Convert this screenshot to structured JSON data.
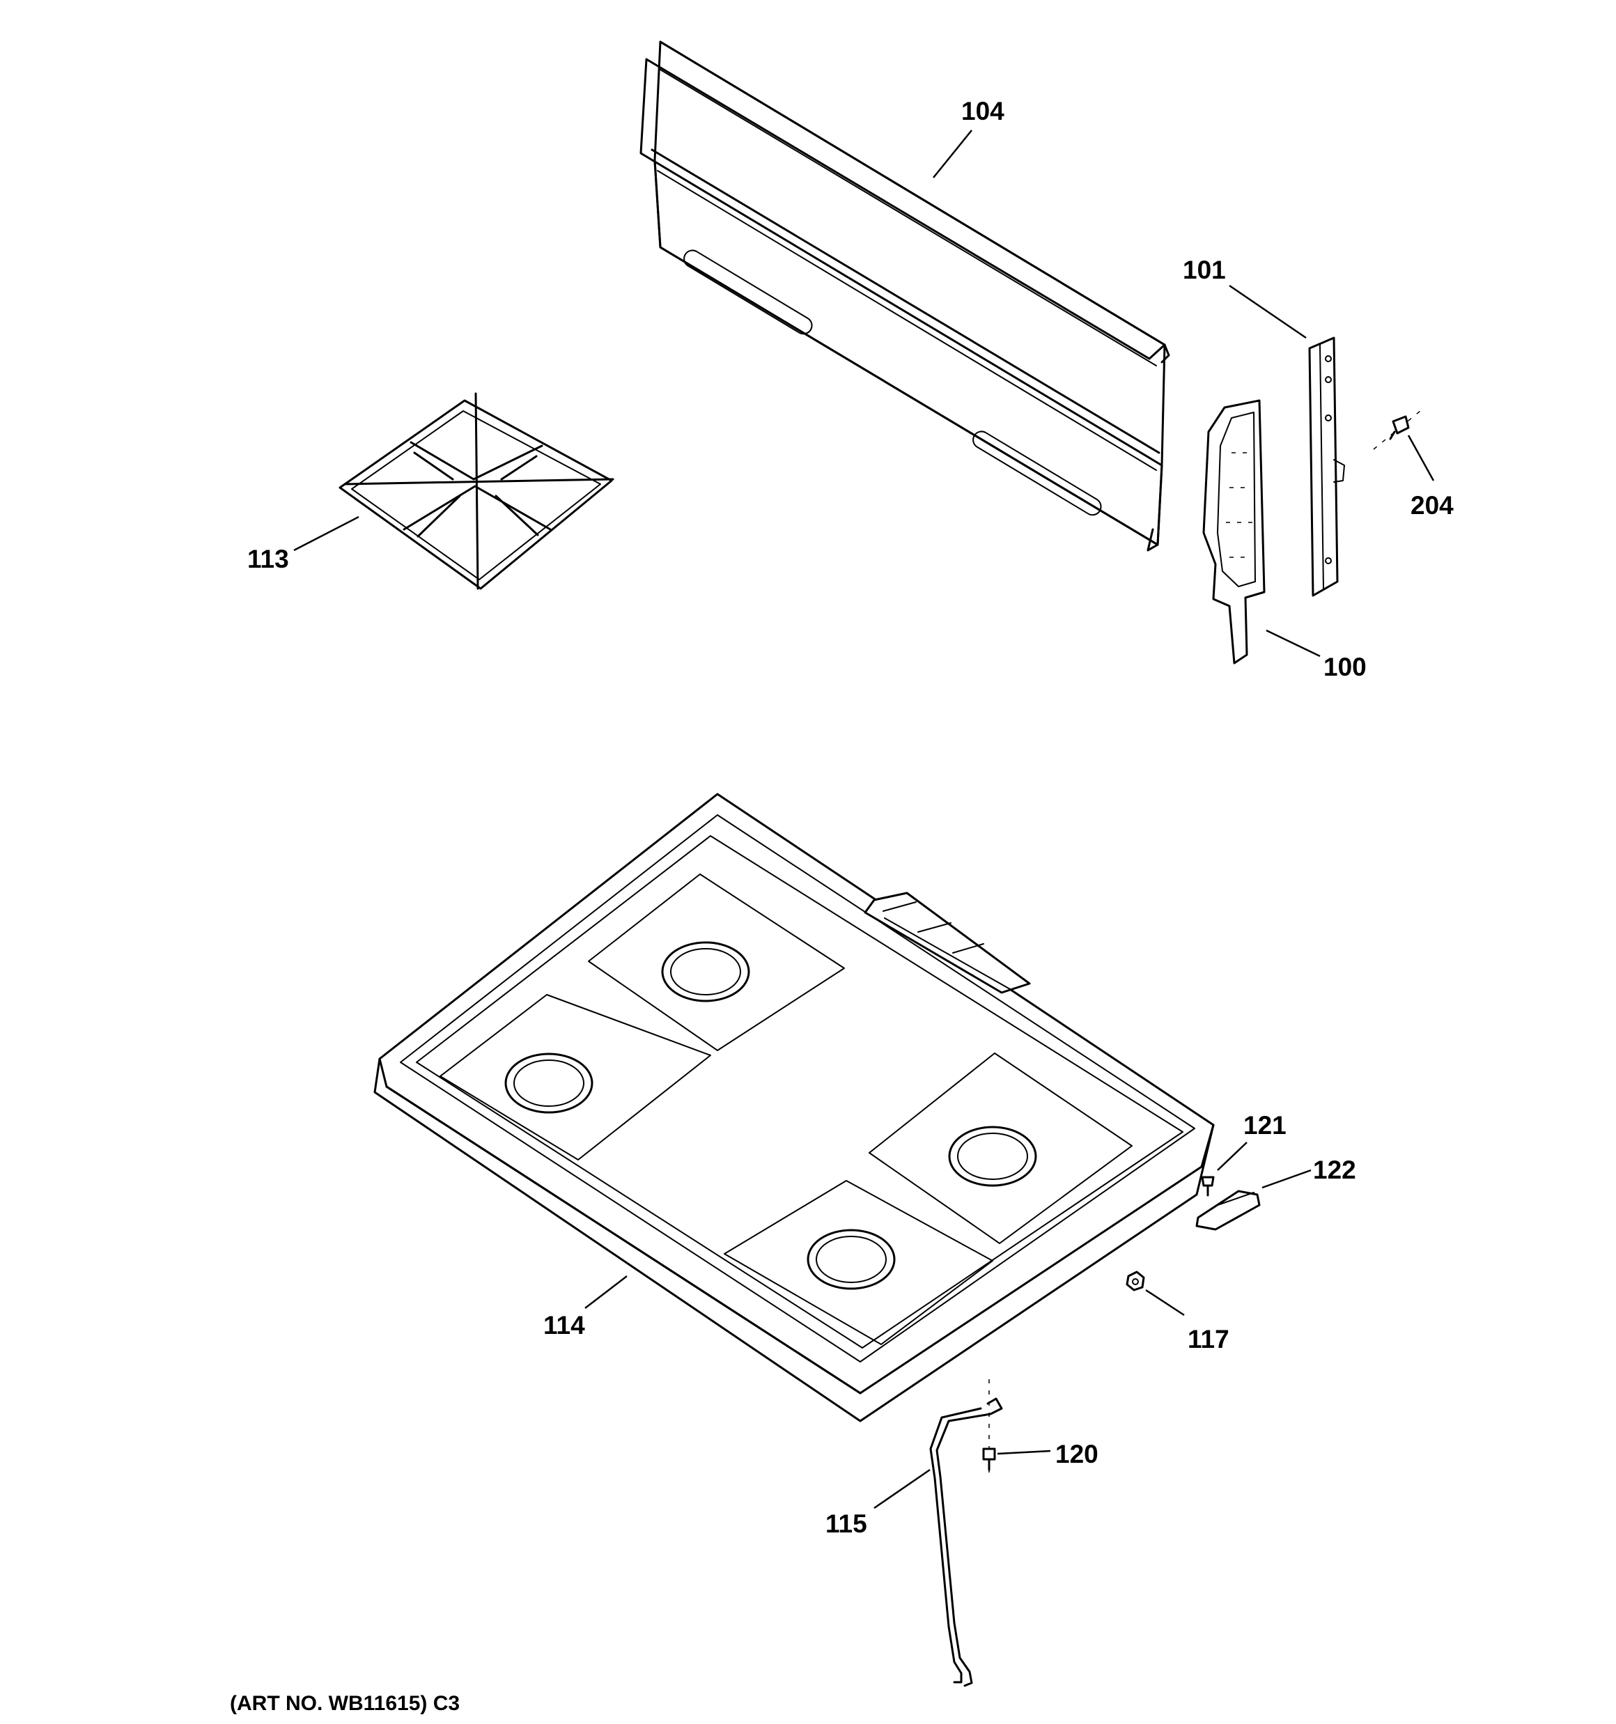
{
  "diagram": {
    "parts": [
      {
        "id": "104",
        "label": "104"
      },
      {
        "id": "101",
        "label": "101"
      },
      {
        "id": "204",
        "label": "204"
      },
      {
        "id": "113",
        "label": "113"
      },
      {
        "id": "100",
        "label": "100"
      },
      {
        "id": "121",
        "label": "121"
      },
      {
        "id": "122",
        "label": "122"
      },
      {
        "id": "114",
        "label": "114"
      },
      {
        "id": "117",
        "label": "117"
      },
      {
        "id": "120",
        "label": "120"
      },
      {
        "id": "115",
        "label": "115"
      }
    ],
    "art_number": "(ART NO. WB11615) C3"
  }
}
